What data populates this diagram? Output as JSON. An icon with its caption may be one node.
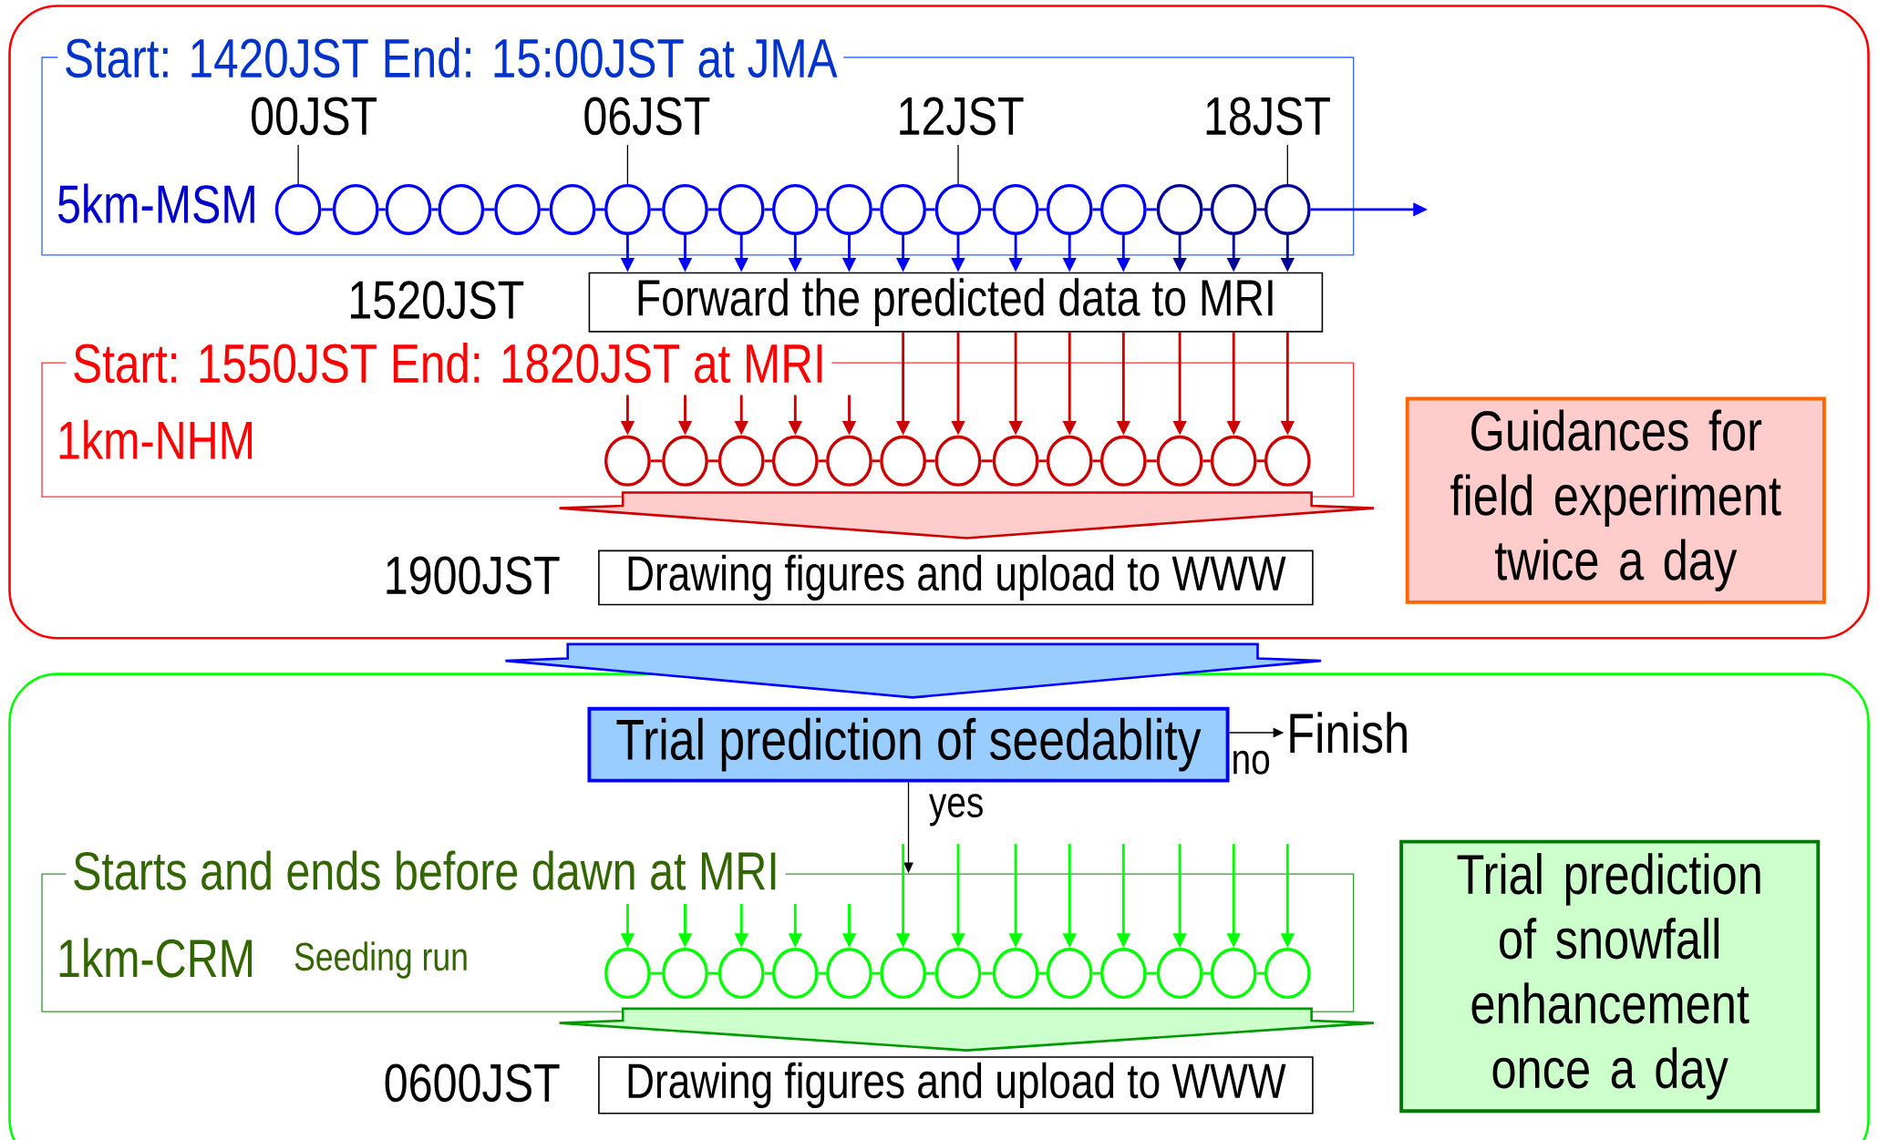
{
  "diagram": {
    "nodes": [
      {
        "text": [],
        "shape": "box"
      },
      {
        "text": [
          "Start: 1420JST End: 15:00JST at JMA",
          "5km-MSM"
        ],
        "in": 0
      },
      {
        "text": [
          "00JST"
        ],
        "in": 1
      },
      {
        "text": [
          "06JST"
        ],
        "in": 1
      },
      {
        "text": [
          "12JST"
        ],
        "in": 1
      },
      {
        "text": [
          "18JST"
        ],
        "in": 1
      },
      {
        "text": [],
        "shape": "circle",
        "in": 1
      },
      {
        "text": [],
        "shape": "circle",
        "in": 1
      },
      {
        "text": [],
        "shape": "circle",
        "in": 1
      },
      {
        "text": [],
        "shape": "circle",
        "in": 1
      },
      {
        "text": [],
        "shape": "circle",
        "in": 1
      },
      {
        "text": [],
        "shape": "circle",
        "in": 1
      },
      {
        "text": [],
        "shape": "circle",
        "in": 1
      },
      {
        "text": [],
        "shape": "circle",
        "in": 1
      },
      {
        "text": [],
        "shape": "circle",
        "in": 1
      },
      {
        "text": [],
        "shape": "circle",
        "in": 1
      },
      {
        "text": [],
        "shape": "circle",
        "in": 1
      },
      {
        "text": [],
        "shape": "circle",
        "in": 1
      },
      {
        "text": [],
        "shape": "circle",
        "in": 1
      },
      {
        "text": [],
        "shape": "circle",
        "in": 1
      },
      {
        "text": [],
        "shape": "circle",
        "in": 1
      },
      {
        "text": [],
        "shape": "circle",
        "in": 1
      },
      {
        "text": [],
        "shape": "circle",
        "in": 1
      },
      {
        "text": [],
        "shape": "circle",
        "in": 1
      },
      {
        "text": [],
        "shape": "circle",
        "in": 1
      },
      {
        "text": [
          "Forward the predicted data to MRI"
        ],
        "beside": [
          "1520JST"
        ],
        "in": 0
      },
      {
        "text": [
          "Start: 1550JST End: 1820JST at MRI",
          "1km-NHM"
        ],
        "in": 0
      },
      {
        "text": [],
        "shape": "circle",
        "in": 26
      },
      {
        "text": [],
        "shape": "circle",
        "in": 26
      },
      {
        "text": [],
        "shape": "circle",
        "in": 26
      },
      {
        "text": [],
        "shape": "circle",
        "in": 26
      },
      {
        "text": [],
        "shape": "circle",
        "in": 26
      },
      {
        "text": [],
        "shape": "circle",
        "in": 26
      },
      {
        "text": [],
        "shape": "circle",
        "in": 26
      },
      {
        "text": [],
        "shape": "circle",
        "in": 26
      },
      {
        "text": [],
        "shape": "circle",
        "in": 26
      },
      {
        "text": [],
        "shape": "circle",
        "in": 26
      },
      {
        "text": [],
        "shape": "circle",
        "in": 26
      },
      {
        "text": [],
        "shape": "circle",
        "in": 26
      },
      {
        "text": [],
        "shape": "circle",
        "in": 26
      },
      {
        "text": [
          "Drawing figures and upload to WWW"
        ],
        "beside": [
          "1900JST"
        ],
        "in": 0
      },
      {
        "text": [
          "Guidances for field experiment twice a day"
        ],
        "in": 0
      },
      {
        "text": [],
        "shape": "box"
      },
      {
        "text": [
          "Trial prediction of seedablity"
        ],
        "in": 42
      },
      {
        "text": [
          "Finish"
        ],
        "in": 42
      },
      {
        "text": [
          "Starts and ends before dawn at MRI",
          "1km-CRM",
          "Seeding run"
        ],
        "in": 42
      },
      {
        "text": [],
        "shape": "circle",
        "in": 45
      },
      {
        "text": [],
        "shape": "circle",
        "in": 45
      },
      {
        "text": [],
        "shape": "circle",
        "in": 45
      },
      {
        "text": [],
        "shape": "circle",
        "in": 45
      },
      {
        "text": [],
        "shape": "circle",
        "in": 45
      },
      {
        "text": [],
        "shape": "circle",
        "in": 45
      },
      {
        "text": [],
        "shape": "circle",
        "in": 45
      },
      {
        "text": [],
        "shape": "circle",
        "in": 45
      },
      {
        "text": [],
        "shape": "circle",
        "in": 45
      },
      {
        "text": [],
        "shape": "circle",
        "in": 45
      },
      {
        "text": [],
        "shape": "circle",
        "in": 45
      },
      {
        "text": [],
        "shape": "circle",
        "in": 45
      },
      {
        "text": [],
        "shape": "circle",
        "in": 45
      },
      {
        "text": [
          "Drawing figures and upload to WWW"
        ],
        "beside": [
          "0600JST"
        ],
        "in": 42
      },
      {
        "text": [
          "Trial prediction of snowfall enhancement once a day"
        ],
        "in": 42
      }
    ],
    "edges": [
      {
        "from": 6,
        "to": 7,
        "arrow": "none",
        "color": "#0000ff"
      },
      {
        "from": 7,
        "to": 8,
        "arrow": "none",
        "color": "#0000ff"
      },
      {
        "from": 8,
        "to": 9,
        "arrow": "none",
        "color": "#0000ff"
      },
      {
        "from": 9,
        "to": 10,
        "arrow": "none",
        "color": "#0000ff"
      },
      {
        "from": 10,
        "to": 11,
        "arrow": "none",
        "color": "#0000ff"
      },
      {
        "from": 11,
        "to": 12,
        "arrow": "none",
        "color": "#0000ff"
      },
      {
        "from": 12,
        "to": 13,
        "arrow": "none",
        "color": "#0000ff"
      },
      {
        "from": 13,
        "to": 14,
        "arrow": "none",
        "color": "#0000ff"
      },
      {
        "from": 14,
        "to": 15,
        "arrow": "none",
        "color": "#0000ff"
      },
      {
        "from": 15,
        "to": 16,
        "arrow": "none",
        "color": "#0000ff"
      },
      {
        "from": 16,
        "to": 17,
        "arrow": "none",
        "color": "#0000ff"
      },
      {
        "from": 17,
        "to": 18,
        "arrow": "none",
        "color": "#0000ff"
      },
      {
        "from": 18,
        "to": 19,
        "arrow": "none",
        "color": "#0000ff"
      },
      {
        "from": 19,
        "to": 20,
        "arrow": "none",
        "color": "#0000ff"
      },
      {
        "from": 20,
        "to": 21,
        "arrow": "none",
        "color": "#0000ff"
      },
      {
        "from": 21,
        "to": 22,
        "arrow": "none",
        "color": "#0000ff"
      },
      {
        "from": 22,
        "to": 23,
        "arrow": "none",
        "color": "#000099"
      },
      {
        "from": 23,
        "to": 24,
        "arrow": "none",
        "color": "#000099"
      },
      {
        "from": 24,
        "to": null,
        "arrow": "to",
        "color": "#0000ff"
      },
      {
        "from": 2,
        "to": 6,
        "arrow": "none",
        "color": "#000000"
      },
      {
        "from": 3,
        "to": 12,
        "arrow": "none",
        "color": "#000000"
      },
      {
        "from": 4,
        "to": 18,
        "arrow": "none",
        "color": "#000000"
      },
      {
        "from": 5,
        "to": 24,
        "arrow": "none",
        "color": "#000000"
      },
      {
        "from": 12,
        "to": 25,
        "arrow": "to",
        "color": "#0000ff"
      },
      {
        "from": 13,
        "to": 25,
        "arrow": "to",
        "color": "#0000ff"
      },
      {
        "from": 14,
        "to": 25,
        "arrow": "to",
        "color": "#0000ff"
      },
      {
        "from": 15,
        "to": 25,
        "arrow": "to",
        "color": "#0000ff"
      },
      {
        "from": 16,
        "to": 25,
        "arrow": "to",
        "color": "#0000ff"
      },
      {
        "from": 17,
        "to": 25,
        "arrow": "to",
        "color": "#0000ff"
      },
      {
        "from": 18,
        "to": 25,
        "arrow": "to",
        "color": "#0000ff"
      },
      {
        "from": 19,
        "to": 25,
        "arrow": "to",
        "color": "#0000ff"
      },
      {
        "from": 20,
        "to": 25,
        "arrow": "to",
        "color": "#0000ff"
      },
      {
        "from": 21,
        "to": 25,
        "arrow": "to",
        "color": "#0000ff"
      },
      {
        "from": 22,
        "to": 25,
        "arrow": "to",
        "color": "#000099"
      },
      {
        "from": 23,
        "to": 25,
        "arrow": "to",
        "color": "#000099"
      },
      {
        "from": 24,
        "to": 25,
        "arrow": "to",
        "color": "#000099"
      },
      {
        "from": 27,
        "to": 28,
        "arrow": "none",
        "color": "#cc0000"
      },
      {
        "from": 28,
        "to": 29,
        "arrow": "none",
        "color": "#cc0000"
      },
      {
        "from": 29,
        "to": 30,
        "arrow": "none",
        "color": "#cc0000"
      },
      {
        "from": 30,
        "to": 31,
        "arrow": "none",
        "color": "#cc0000"
      },
      {
        "from": 31,
        "to": 32,
        "arrow": "none",
        "color": "#cc0000"
      },
      {
        "from": 32,
        "to": 33,
        "arrow": "none",
        "color": "#cc0000"
      },
      {
        "from": 33,
        "to": 34,
        "arrow": "none",
        "color": "#cc0000"
      },
      {
        "from": 34,
        "to": 35,
        "arrow": "none",
        "color": "#cc0000"
      },
      {
        "from": 35,
        "to": 36,
        "arrow": "none",
        "color": "#cc0000"
      },
      {
        "from": 36,
        "to": 37,
        "arrow": "none",
        "color": "#cc0000"
      },
      {
        "from": 37,
        "to": 38,
        "arrow": "none",
        "color": "#cc0000"
      },
      {
        "from": 38,
        "to": 39,
        "arrow": "none",
        "color": "#cc0000"
      },
      {
        "from": null,
        "to": 27,
        "arrow": "to",
        "color": "#cc0000"
      },
      {
        "from": null,
        "to": 28,
        "arrow": "to",
        "color": "#cc0000"
      },
      {
        "from": null,
        "to": 29,
        "arrow": "to",
        "color": "#cc0000"
      },
      {
        "from": null,
        "to": 30,
        "arrow": "to",
        "color": "#cc0000"
      },
      {
        "from": null,
        "to": 31,
        "arrow": "to",
        "color": "#cc0000"
      },
      {
        "from": 25,
        "to": 32,
        "arrow": "to",
        "color": "#cc0000"
      },
      {
        "from": 25,
        "to": 33,
        "arrow": "to",
        "color": "#cc0000"
      },
      {
        "from": 25,
        "to": 34,
        "arrow": "to",
        "color": "#cc0000"
      },
      {
        "from": 25,
        "to": 35,
        "arrow": "to",
        "color": "#cc0000"
      },
      {
        "from": 25,
        "to": 36,
        "arrow": "to",
        "color": "#cc0000"
      },
      {
        "from": 25,
        "to": 37,
        "arrow": "to",
        "color": "#cc0000"
      },
      {
        "from": 25,
        "to": 38,
        "arrow": "to",
        "color": "#cc0000"
      },
      {
        "from": 25,
        "to": 39,
        "arrow": "to",
        "color": "#cc0000"
      },
      {
        "from": 26,
        "to": 40,
        "arrow": "to",
        "style": "thick",
        "color": "#ffcccc"
      },
      {
        "from": 0,
        "to": 43,
        "arrow": "to",
        "style": "thick",
        "color": "#99ccff"
      },
      {
        "from": 43,
        "to": 44,
        "arrow": "to",
        "label": "no",
        "color": "#000000"
      },
      {
        "from": 43,
        "to": 45,
        "arrow": "to",
        "label": "yes",
        "color": "#000000"
      },
      {
        "from": 46,
        "to": 47,
        "arrow": "none",
        "color": "#00ff00"
      },
      {
        "from": 47,
        "to": 48,
        "arrow": "none",
        "color": "#00ff00"
      },
      {
        "from": 48,
        "to": 49,
        "arrow": "none",
        "color": "#00ff00"
      },
      {
        "from": 49,
        "to": 50,
        "arrow": "none",
        "color": "#00ff00"
      },
      {
        "from": 50,
        "to": 51,
        "arrow": "none",
        "color": "#00ff00"
      },
      {
        "from": 51,
        "to": 52,
        "arrow": "none",
        "color": "#00ff00"
      },
      {
        "from": 52,
        "to": 53,
        "arrow": "none",
        "color": "#00ff00"
      },
      {
        "from": 53,
        "to": 54,
        "arrow": "none",
        "color": "#00ff00"
      },
      {
        "from": 54,
        "to": 55,
        "arrow": "none",
        "color": "#00ff00"
      },
      {
        "from": 55,
        "to": 56,
        "arrow": "none",
        "color": "#00ff00"
      },
      {
        "from": 56,
        "to": 57,
        "arrow": "none",
        "color": "#00ff00"
      },
      {
        "from": 57,
        "to": 58,
        "arrow": "none",
        "color": "#00ff00"
      },
      {
        "from": null,
        "to": 46,
        "arrow": "to",
        "color": "#00ff00"
      },
      {
        "from": null,
        "to": 47,
        "arrow": "to",
        "color": "#00ff00"
      },
      {
        "from": null,
        "to": 48,
        "arrow": "to",
        "color": "#00ff00"
      },
      {
        "from": null,
        "to": 49,
        "arrow": "to",
        "color": "#00ff00"
      },
      {
        "from": null,
        "to": 50,
        "arrow": "to",
        "color": "#00ff00"
      },
      {
        "from": null,
        "to": 51,
        "arrow": "to",
        "color": "#00ff00"
      },
      {
        "from": null,
        "to": 52,
        "arrow": "to",
        "color": "#00ff00"
      },
      {
        "from": null,
        "to": 53,
        "arrow": "to",
        "color": "#00ff00"
      },
      {
        "from": null,
        "to": 54,
        "arrow": "to",
        "color": "#00ff00"
      },
      {
        "from": null,
        "to": 55,
        "arrow": "to",
        "color": "#00ff00"
      },
      {
        "from": null,
        "to": 56,
        "arrow": "to",
        "color": "#00ff00"
      },
      {
        "from": null,
        "to": 57,
        "arrow": "to",
        "color": "#00ff00"
      },
      {
        "from": null,
        "to": 58,
        "arrow": "to",
        "color": "#00ff00"
      },
      {
        "from": 45,
        "to": 59,
        "arrow": "to",
        "style": "thick",
        "color": "#ccffcc"
      }
    ]
  }
}
